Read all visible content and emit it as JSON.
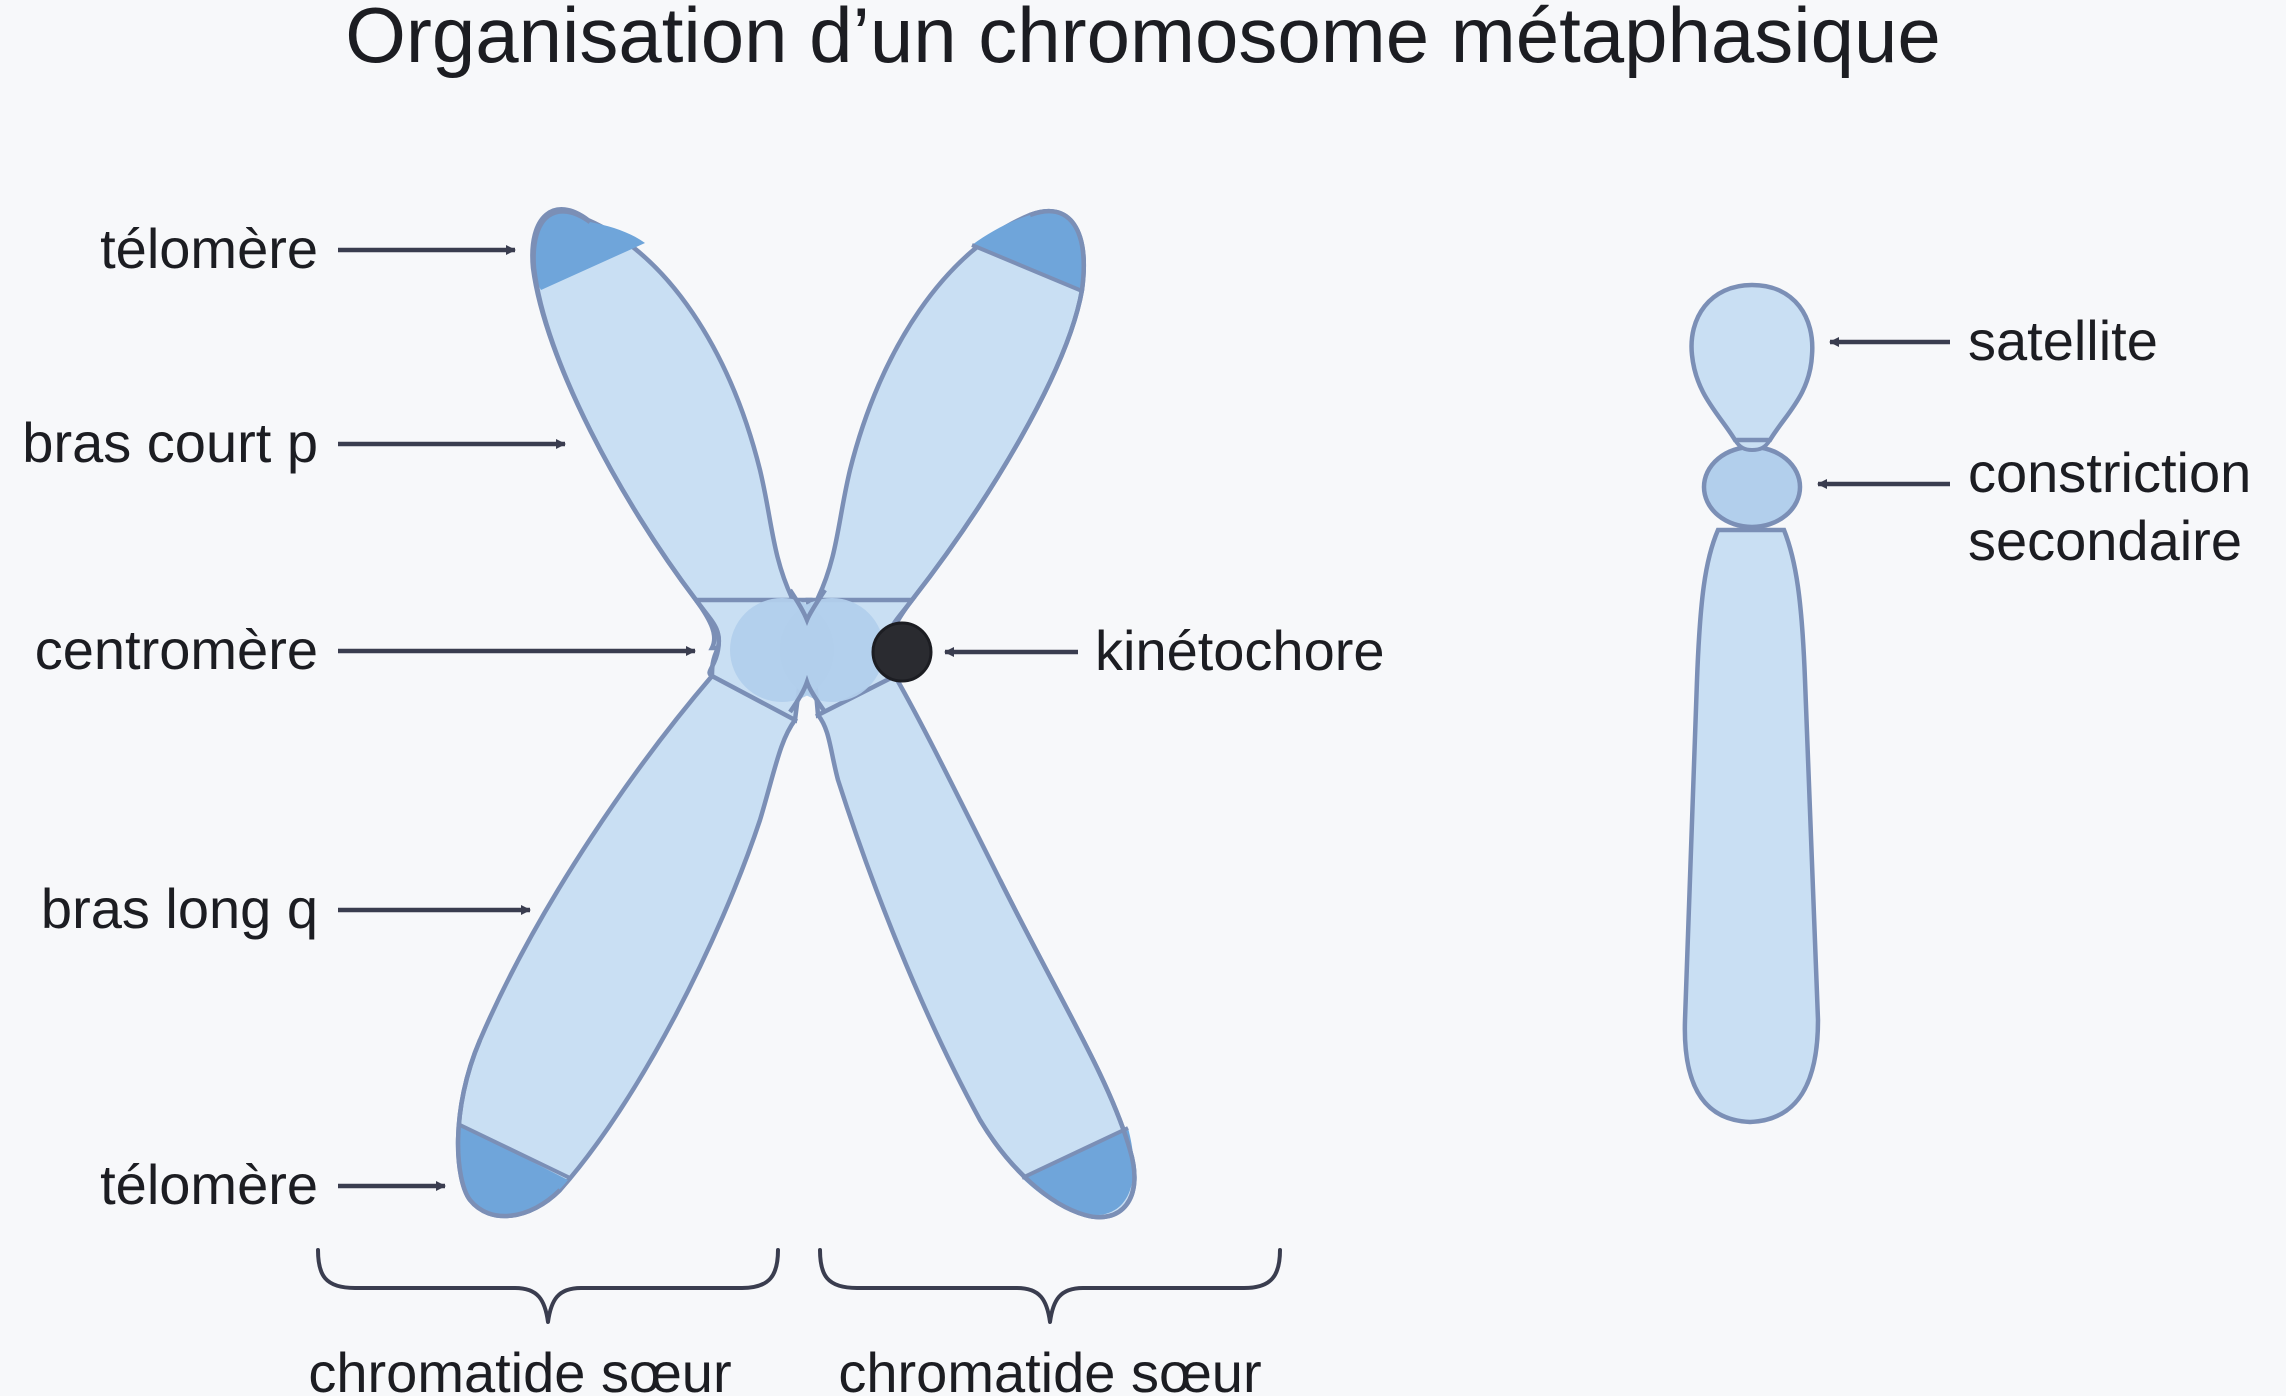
{
  "title": "Organisation d’un chromosome métaphasique",
  "labels": {
    "telomere_top": "télomère",
    "bras_court": "bras court p",
    "centromere": "centromère",
    "bras_long": "bras long q",
    "telomere_bottom": "télomère",
    "kinetochore": "kinétochore",
    "satellite": "satellite",
    "constriction_line1": "constriction",
    "constriction_line2": "secondaire",
    "chromatide_left": "chromatide sœur",
    "chromatide_right": "chromatide sœur"
  },
  "colors": {
    "chromatid_fill": "#c9dff3",
    "chromatid_stroke": "#7b8fb6",
    "telomere_fill": "#6fa5da",
    "centromere_fill": "#b2cfec",
    "kinetochore_fill": "#2a2b30",
    "arrow": "#3a3d4f",
    "background": "#f7f8fa"
  }
}
